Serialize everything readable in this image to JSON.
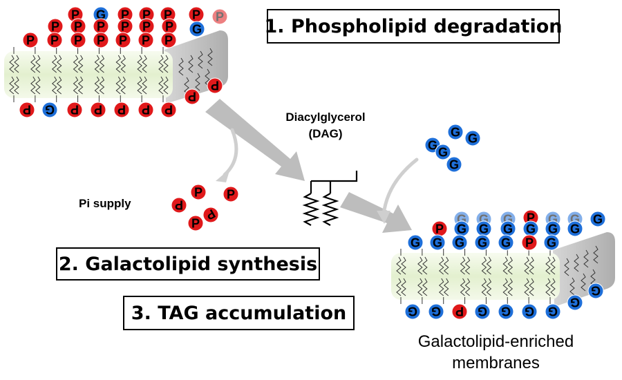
{
  "steps": {
    "step1": "1. Phospholipid degradation",
    "step2": "2. Galactolipid synthesis",
    "step3": "3. TAG accumulation"
  },
  "labels": {
    "dag_line1": "Diacylglycerol",
    "dag_line2": "(DAG)",
    "pi_supply": "Pi supply",
    "galmem_line1": "Galactolipid-enriched",
    "galmem_line2": "membranes"
  },
  "headgroups": {
    "phosphate": "P",
    "galactose": "G"
  },
  "colors": {
    "phosphate": "#e0191b",
    "galactose": "#1e6fd9",
    "membrane_core": "#eaf4d9",
    "membrane_shadow": "#b5b5b5",
    "arrow": "#bdbdbd"
  }
}
